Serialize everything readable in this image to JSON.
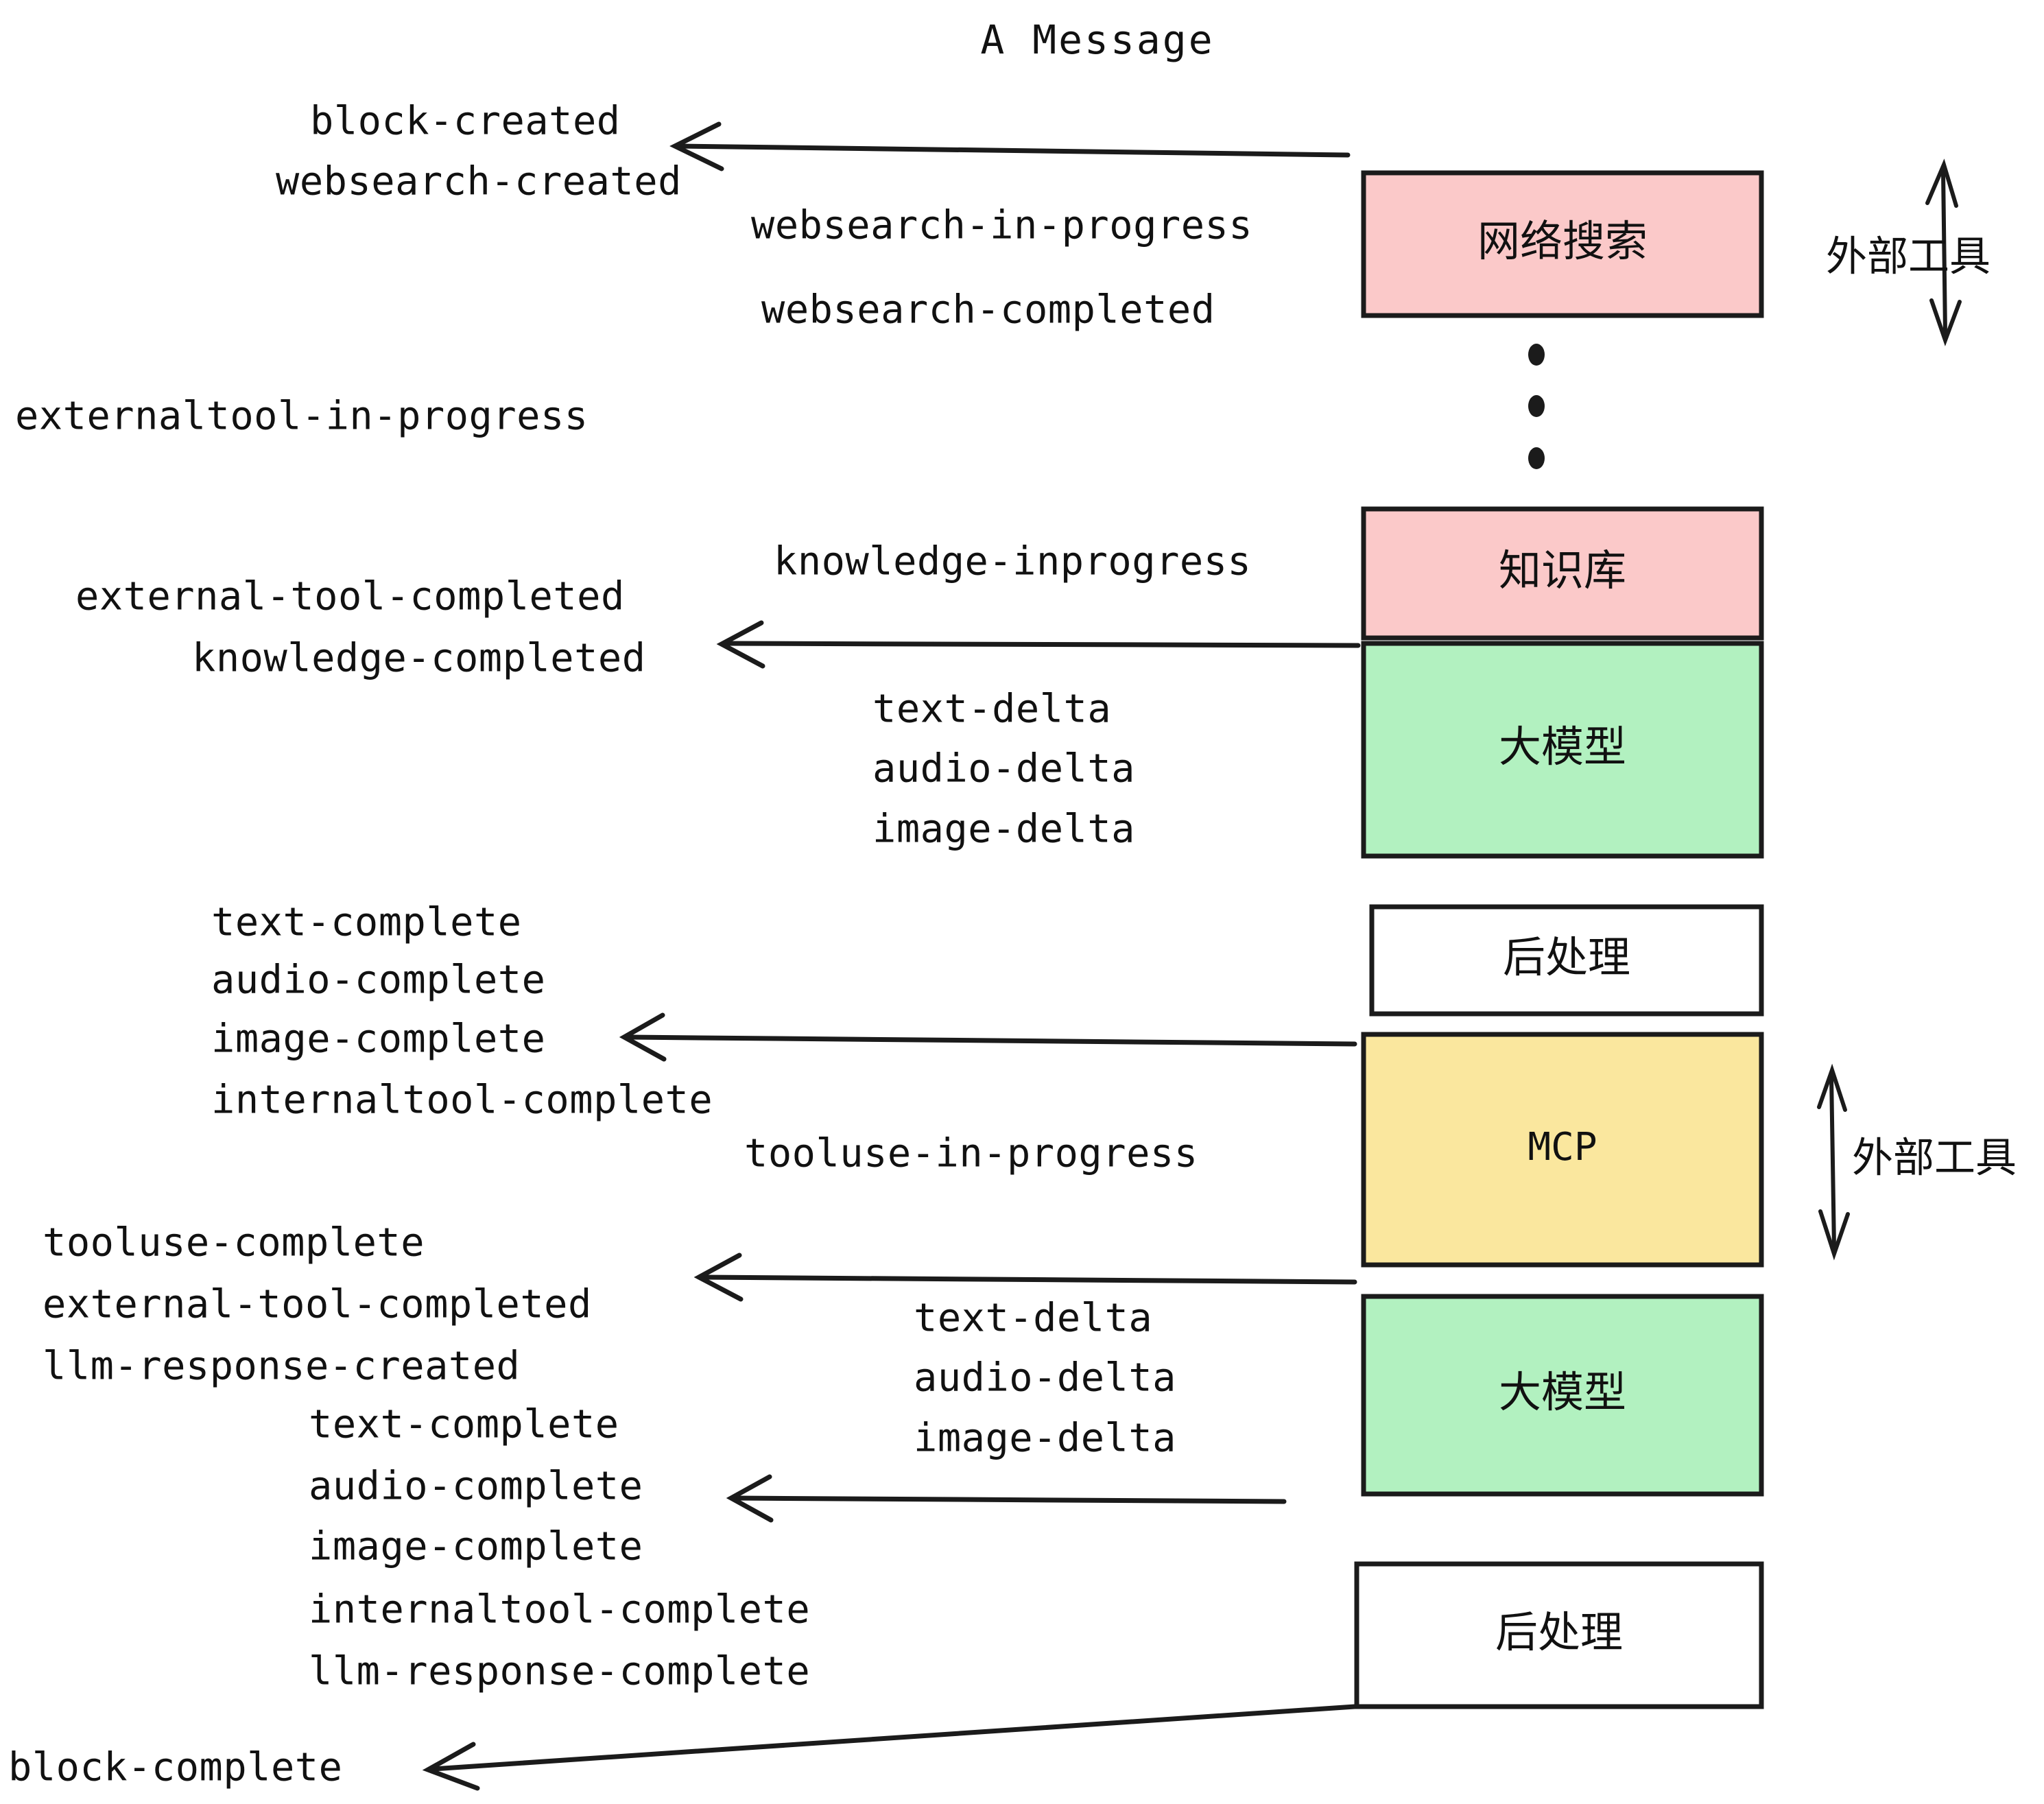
{
  "title": "A Message",
  "colors": {
    "pink": "#FBC9C9",
    "green": "#B2F1C0",
    "yellow": "#FAE79E",
    "white": "#FFFFFF",
    "stroke": "#1B1B1B",
    "background": "#FFFFFF"
  },
  "boxes": [
    {
      "id": "websearch",
      "label": "网络搜索",
      "fill": "pink",
      "script": "cjk"
    },
    {
      "id": "knowledge",
      "label": "知识库",
      "fill": "pink",
      "script": "cjk"
    },
    {
      "id": "llm-1",
      "label": "大模型",
      "fill": "green",
      "script": "cjk"
    },
    {
      "id": "postprocess-1",
      "label": "后处理",
      "fill": "white",
      "script": "cjk"
    },
    {
      "id": "mcp",
      "label": "MCP",
      "fill": "yellow",
      "script": "latin"
    },
    {
      "id": "llm-2",
      "label": "大模型",
      "fill": "green",
      "script": "cjk"
    },
    {
      "id": "postprocess-2",
      "label": "后处理",
      "fill": "white",
      "script": "cjk"
    }
  ],
  "group_labels": [
    {
      "id": "external-tools-upper",
      "label": "外部工具"
    },
    {
      "id": "external-tools-lower",
      "label": "外部工具"
    }
  ],
  "events": [
    {
      "id": "e01",
      "text": "block-created"
    },
    {
      "id": "e02",
      "text": "websearch-created"
    },
    {
      "id": "e03",
      "text": "websearch-in-progress"
    },
    {
      "id": "e04",
      "text": "websearch-completed"
    },
    {
      "id": "e05",
      "text": "externaltool-in-progress"
    },
    {
      "id": "e06",
      "text": "knowledge-inprogress"
    },
    {
      "id": "e07",
      "text": "external-tool-completed"
    },
    {
      "id": "e08",
      "text": "knowledge-completed"
    },
    {
      "id": "e09",
      "text": "text-delta"
    },
    {
      "id": "e10",
      "text": "audio-delta"
    },
    {
      "id": "e11",
      "text": "image-delta"
    },
    {
      "id": "e12",
      "text": "text-complete"
    },
    {
      "id": "e13",
      "text": "audio-complete"
    },
    {
      "id": "e14",
      "text": "image-complete"
    },
    {
      "id": "e15",
      "text": "internaltool-complete"
    },
    {
      "id": "e16",
      "text": "tooluse-in-progress"
    },
    {
      "id": "e17",
      "text": "tooluse-complete"
    },
    {
      "id": "e18",
      "text": "external-tool-completed"
    },
    {
      "id": "e19",
      "text": "llm-response-created"
    },
    {
      "id": "e20",
      "text": "text-delta"
    },
    {
      "id": "e21",
      "text": "audio-delta"
    },
    {
      "id": "e22",
      "text": "image-delta"
    },
    {
      "id": "e23",
      "text": "text-complete"
    },
    {
      "id": "e24",
      "text": "audio-complete"
    },
    {
      "id": "e25",
      "text": "image-complete"
    },
    {
      "id": "e26",
      "text": "internaltool-complete"
    },
    {
      "id": "e27",
      "text": "llm-response-complete"
    },
    {
      "id": "e28",
      "text": "block-complete"
    }
  ]
}
